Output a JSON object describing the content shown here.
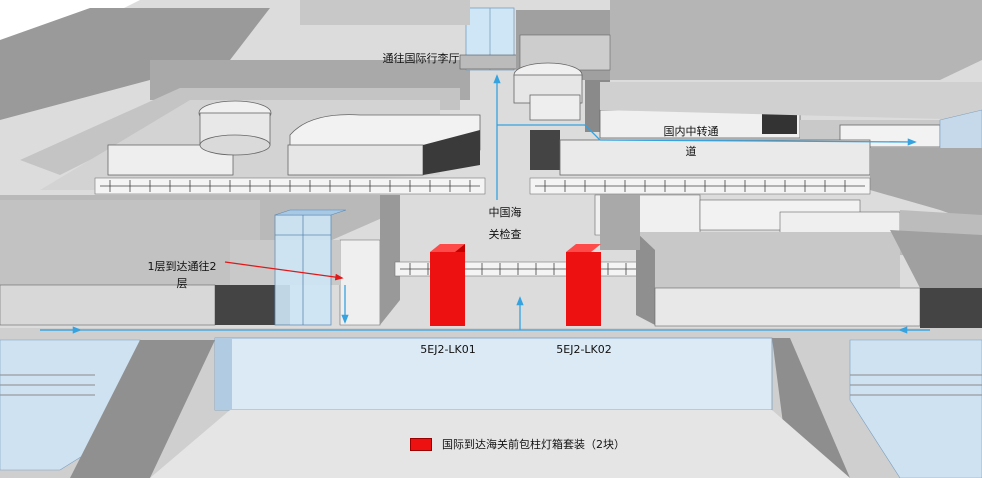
{
  "labels": {
    "intl_baggage": "通往国际行李厅",
    "domestic_transfer": "国内中转通道",
    "customs": "中国海关检查",
    "floor1_to_floor2": "1层到达通往2层",
    "lk01": "5EJ2-LK01",
    "lk02": "5EJ2-LK02"
  },
  "legend": {
    "text": "国际到达海关前包柱灯箱套装（2块）",
    "color": "#ee1111"
  },
  "colors": {
    "floor": "#d6d6d6",
    "walls": "#8a8a8a",
    "flow_arrow": "#35a3e0",
    "glass": "#cfe6f6",
    "lightbox": "#ee1111"
  }
}
